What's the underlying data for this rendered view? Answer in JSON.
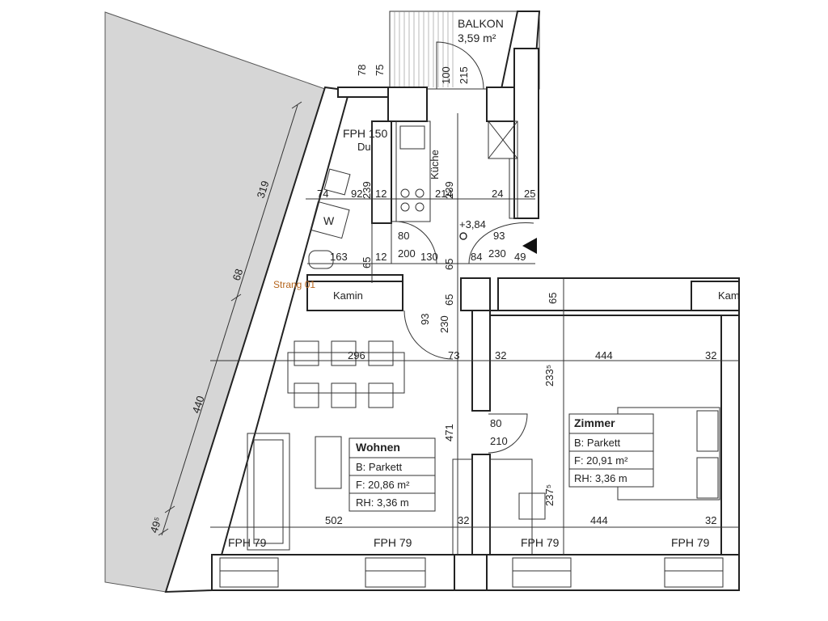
{
  "colors": {
    "wall_line": "#222222",
    "terrain": "#d6d6d6",
    "strang": "#b5651d"
  },
  "balcony": {
    "name": "BALKON",
    "area": "3,59 m²"
  },
  "rooms": {
    "wohnen": {
      "name": "Wohnen",
      "floor": "B: Parkett",
      "area": "F: 20,86 m²",
      "height": "RH: 3,36 m"
    },
    "zimmer": {
      "name": "Zimmer",
      "floor": "B: Parkett",
      "area": "F: 20,91 m²",
      "height": "RH: 3,36 m"
    }
  },
  "labels": {
    "fph150": "FPH 150",
    "du": "Du",
    "kueche": "Küche",
    "w": "W",
    "strang": "Strang 01",
    "kamin": "Kamin",
    "kamin_right": "Kam",
    "level": "+3,84",
    "fph79_a": "FPH 79",
    "fph79_b": "FPH 79",
    "fph79_c": "FPH 79",
    "fph79_d": "FPH 79"
  },
  "dims": {
    "d78": "78",
    "d75": "75",
    "d100": "100",
    "d215": "215",
    "d319": "319",
    "d68": "68",
    "d440": "440",
    "d495": "49⁵",
    "d74": "74",
    "d92": "92",
    "d12a": "12",
    "d214": "214",
    "d24": "24",
    "d25": "25",
    "d239a": "239",
    "d239b": "239",
    "d80a": "80",
    "d93a": "93",
    "d163": "163",
    "d65a": "65",
    "d12b": "12",
    "d200": "200",
    "d130": "130",
    "d65b": "65",
    "d84": "84",
    "d230a": "230",
    "d49": "49",
    "d65c": "65",
    "d65d": "65",
    "d93b": "93",
    "d230b": "230",
    "d296": "296",
    "d73": "73",
    "d32a": "32",
    "d444a": "444",
    "d32b": "32",
    "d2335": "233⁵",
    "d471": "471",
    "d80b": "80",
    "d210": "210",
    "d2375": "237⁵",
    "d502": "502",
    "d32c": "32",
    "d444b": "444",
    "d32d": "32"
  }
}
